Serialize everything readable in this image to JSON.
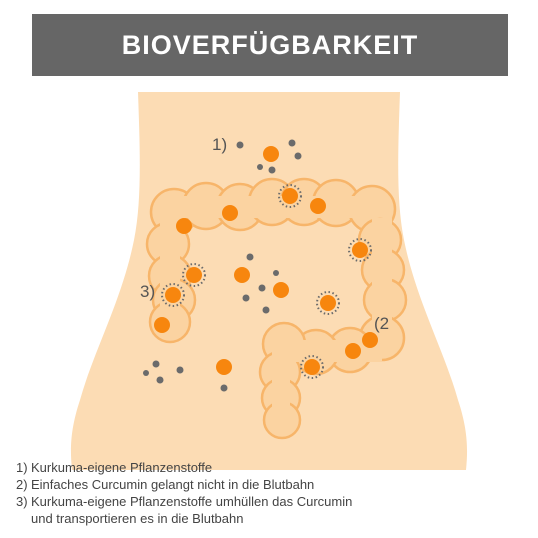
{
  "title": "BIOVERFÜGBARKEIT",
  "labels": {
    "one": "1)",
    "two": "(2",
    "three": "3)"
  },
  "legend": [
    {
      "num": "1)",
      "text": "Kurkuma-eigene Pflanzenstoffe"
    },
    {
      "num": "2)",
      "text": "Einfaches Curcumin gelangt nicht in die Blutbahn"
    },
    {
      "num": "3)",
      "text": "Kurkuma-eigene Pflanzenstoffe umhüllen das Curcumin\nund transportieren es in die Blutbahn"
    }
  ],
  "colors": {
    "banner": "#666666",
    "body": "#fcdcb4",
    "intestine_fill": "#fbd3a1",
    "intestine_stroke": "#f7b56a",
    "curcumin": "#f7860e",
    "plant_substance": "#6b6b6b"
  }
}
